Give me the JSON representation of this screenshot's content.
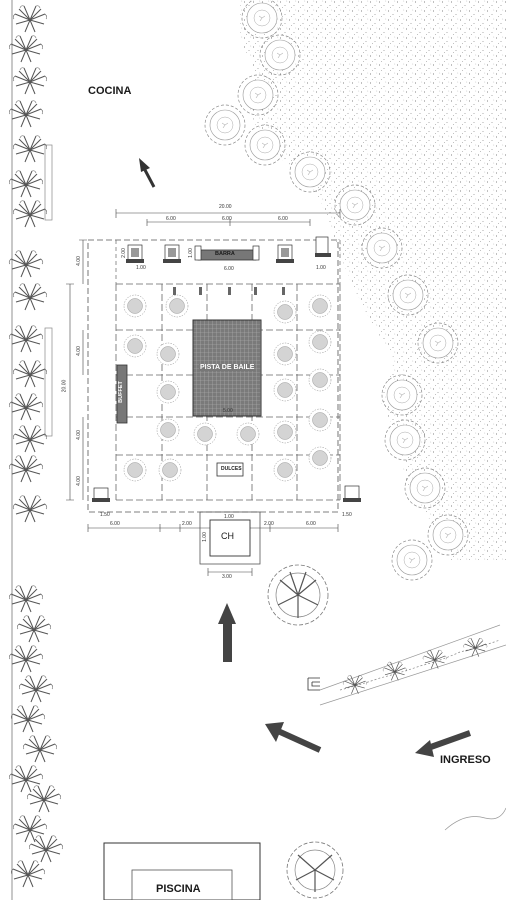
{
  "labels": {
    "cocina": "COCINA",
    "ingreso": "INGRESO",
    "piscina": "PISCINA",
    "barra": "BARRA",
    "pista": "PISTA DE BAILE",
    "buffet": "BUFFET",
    "dulces": "DULCES",
    "ch": "CH"
  },
  "dimensions": {
    "total_width": "20.00",
    "top_left": "6.00",
    "top_mid": "6.00",
    "top_right": "6.00",
    "bottom_left": "6.00",
    "bottom_mid_left": "2.00",
    "bottom_mid": "1.00",
    "bottom_mid_right": "2.00",
    "bottom_right": "6.00",
    "ch_width": "3.00",
    "ch_top": "1.00",
    "ch_side": "1.00",
    "left_total": "20.00",
    "barra_width": "6.00",
    "barra_height": "1.00",
    "corner_a": "1.00",
    "corner_b": "2.00",
    "corner_c": "1.50",
    "row_a": "4.00",
    "row_b": "4.00",
    "row_c": "4.00",
    "pista_h": "5.00"
  },
  "colors": {
    "line": "#555555",
    "dark": "#333333",
    "hatch": "#8a8a8a",
    "table_fill": "#d9d9d9"
  }
}
